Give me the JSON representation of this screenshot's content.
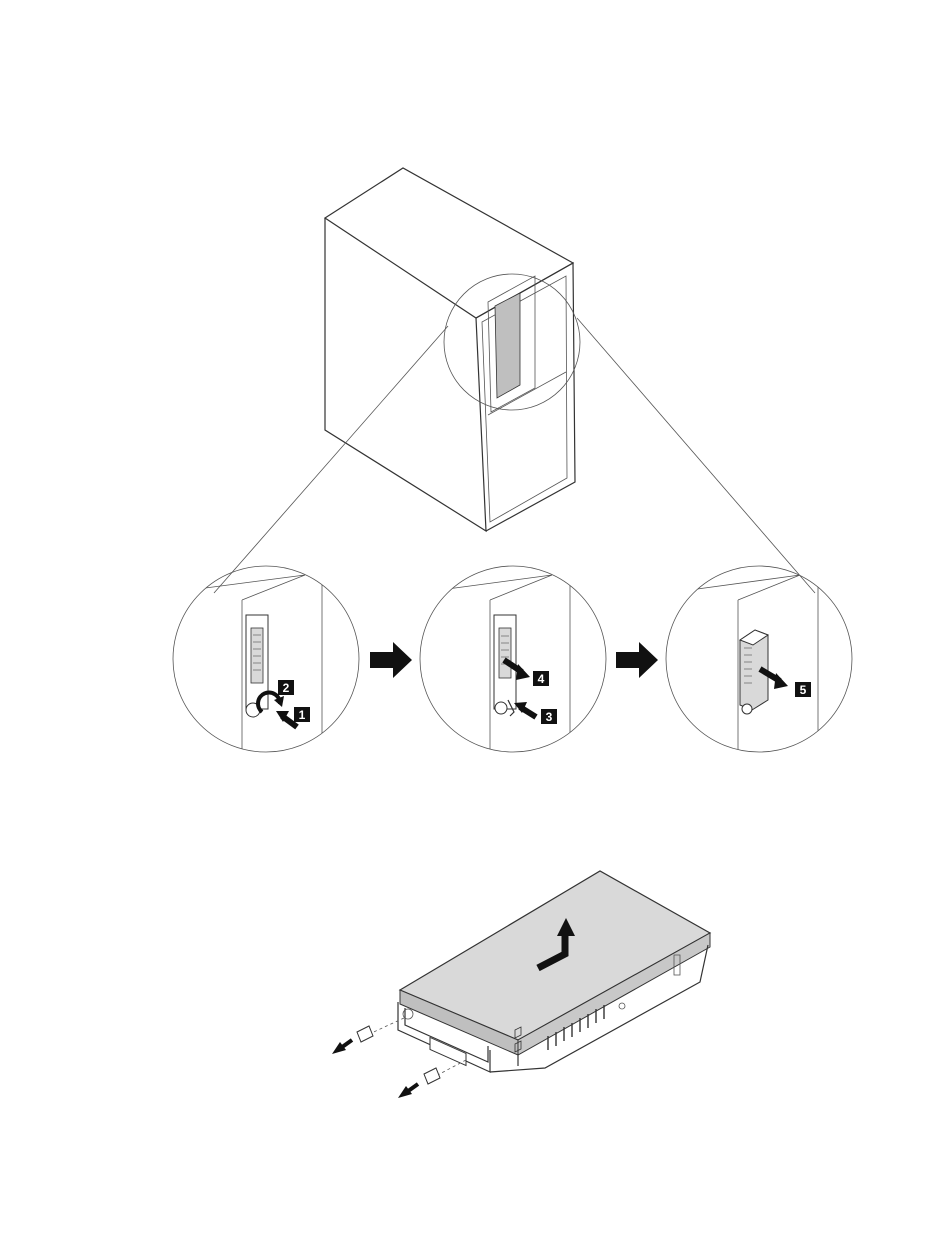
{
  "callouts": [
    {
      "id": "step-1",
      "label": "1"
    },
    {
      "id": "step-2",
      "label": "2"
    },
    {
      "id": "step-3",
      "label": "3"
    },
    {
      "id": "step-4",
      "label": "4"
    },
    {
      "id": "step-5",
      "label": "5"
    }
  ],
  "colors": {
    "line": "#333333",
    "panel_gray": "#bfbfbf",
    "cover_gray": "#d9d9d9",
    "arrow_black": "#111111"
  },
  "icons": [
    "computer-tower",
    "magnify-circle",
    "arrow-right",
    "screw",
    "storage-module"
  ]
}
